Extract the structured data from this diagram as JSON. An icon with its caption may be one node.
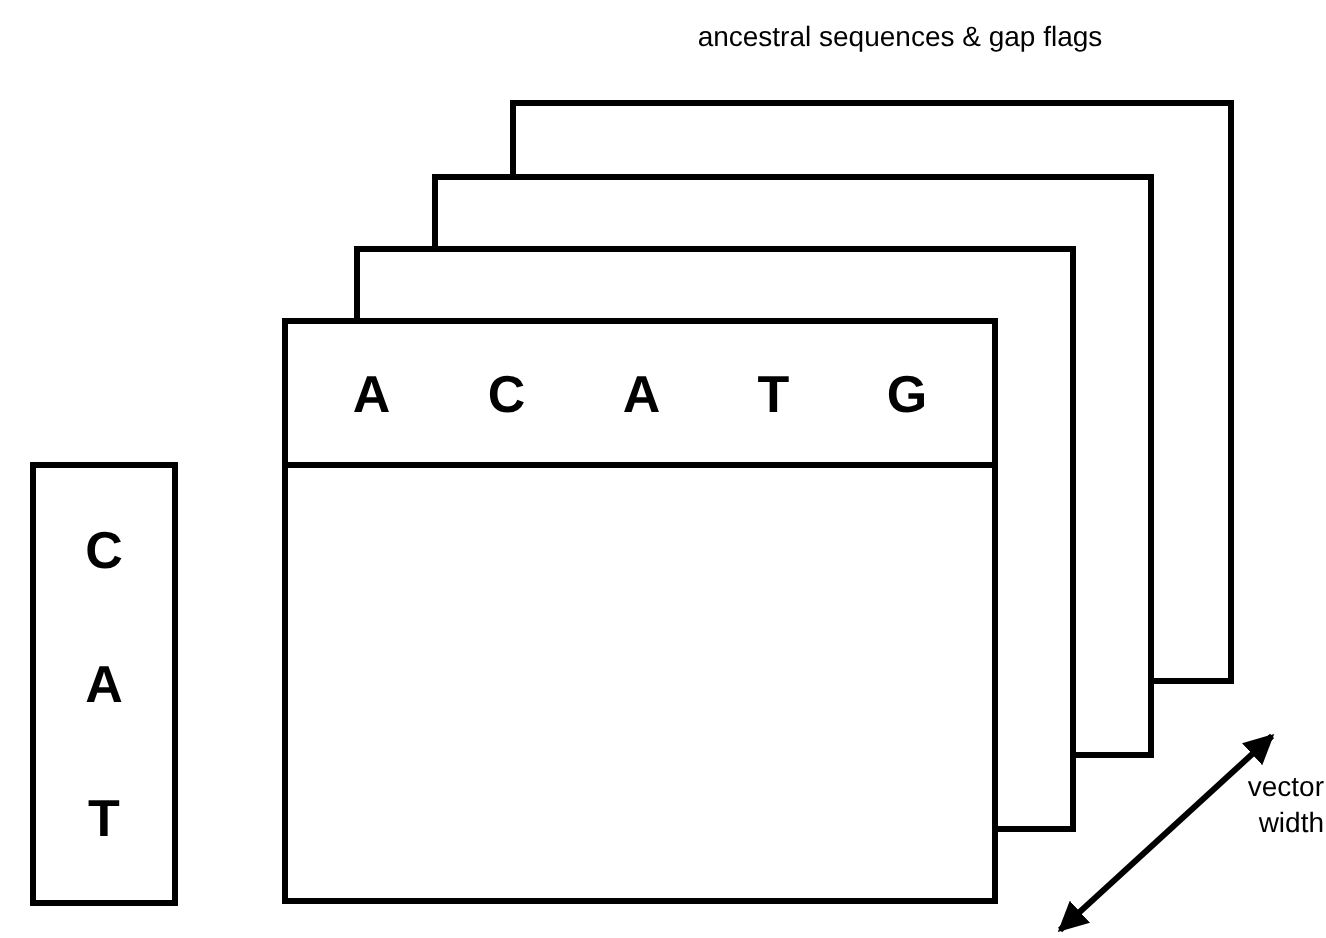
{
  "diagram": {
    "nodes": [
      {
        "text": [
          "C",
          "A",
          "T"
        ]
      },
      {
        "text": [
          "A",
          "C",
          "A",
          "T",
          "G"
        ]
      },
      {
        "text": [],
        "shape": "box"
      },
      {
        "text": [],
        "shape": "box"
      },
      {
        "text": [],
        "shape": "box"
      }
    ],
    "labels": [
      "ancestral sequences & gap flags",
      "vector width"
    ]
  }
}
